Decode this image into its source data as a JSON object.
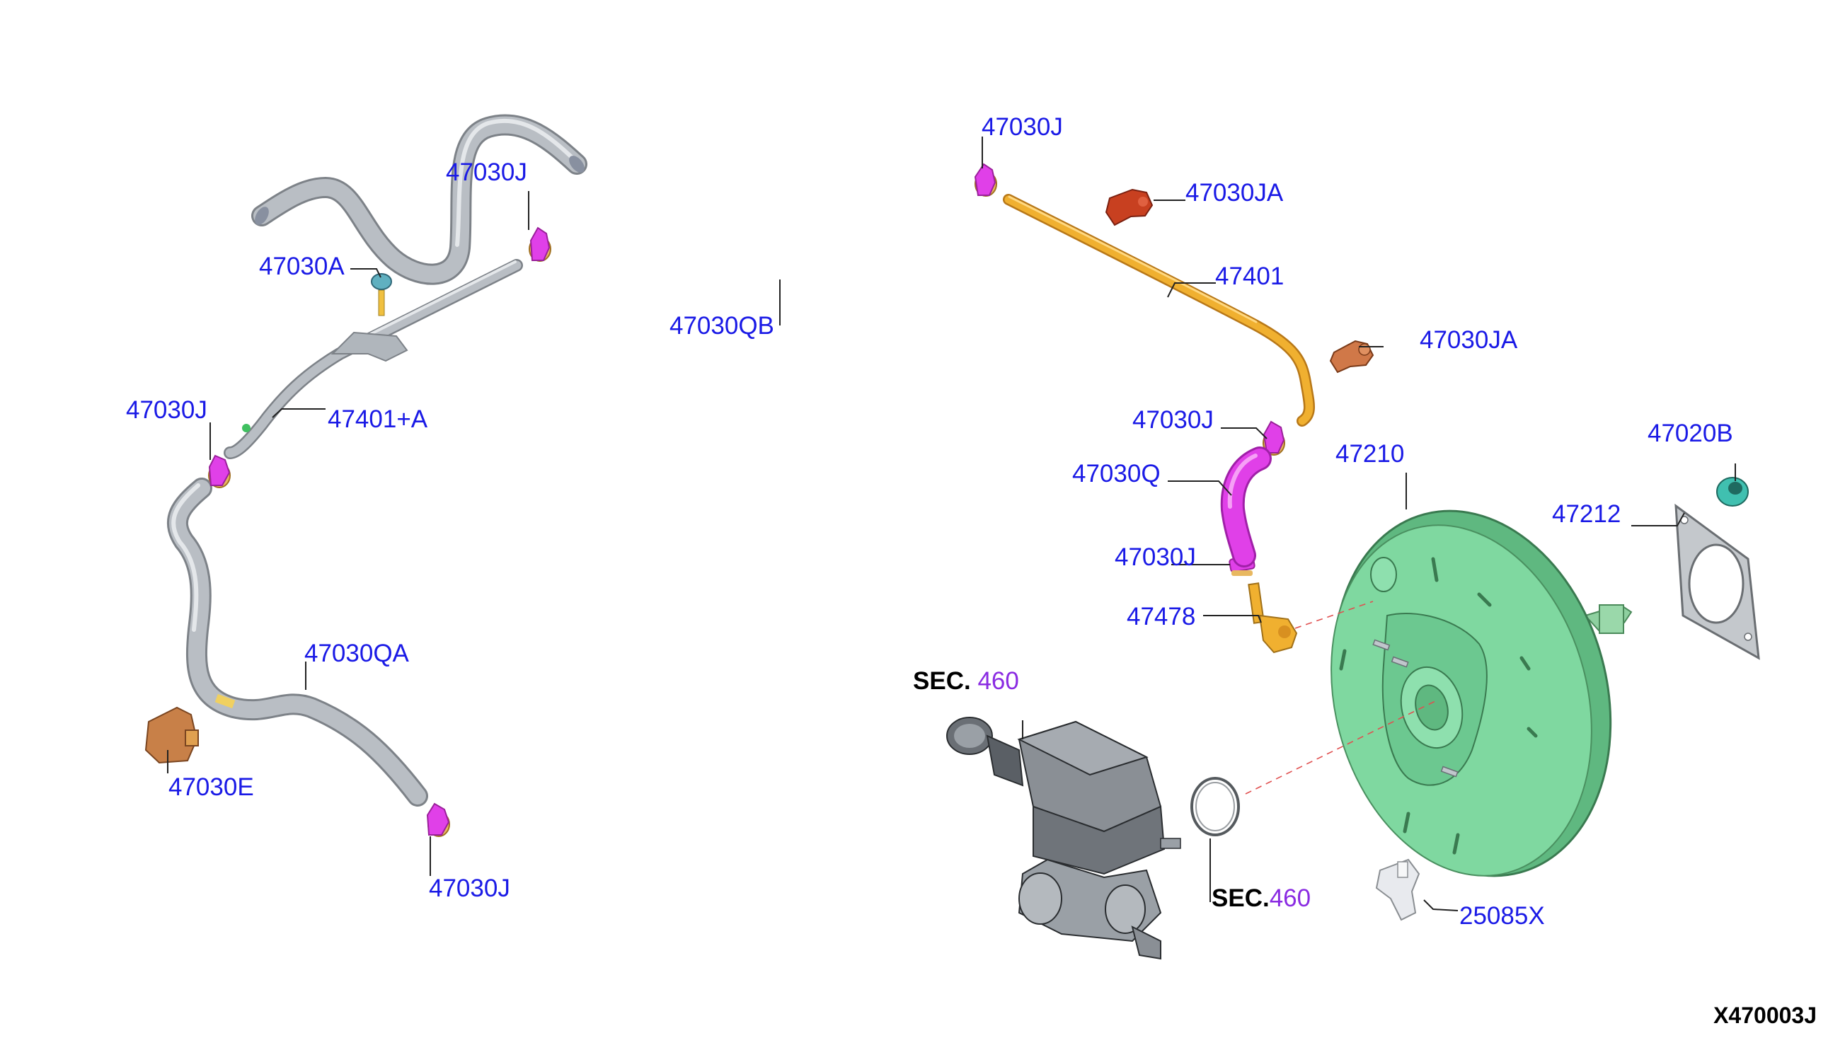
{
  "diagram_code": "X470003J",
  "colors": {
    "callout_text": "#1a1ae6",
    "sec_word": "#000000",
    "sec_number": "#8a2be2",
    "clamp_magenta": "#e040e8",
    "hose_orange": "#f0b030",
    "booster_green": "#7fd8a0",
    "gray_pipe": "#b9bec4",
    "connector_red": "#c84020",
    "grommet_teal": "#40c0b0"
  },
  "parts": {
    "clamp_top_left": {
      "label": "47030J",
      "icon": "hose-clamp"
    },
    "clamp_top_right": {
      "label": "47030J",
      "icon": "hose-clamp"
    },
    "clamp_left_mid": {
      "label": "47030J",
      "icon": "hose-clamp"
    },
    "clamp_bottom_left": {
      "label": "47030J",
      "icon": "hose-clamp"
    },
    "clamp_right_upper": {
      "label": "47030J",
      "icon": "hose-clamp"
    },
    "clamp_right_lower": {
      "label": "47030J",
      "icon": "hose-clamp"
    },
    "bolt": {
      "label": "47030A",
      "icon": "bolt"
    },
    "hose_qb": {
      "label": "47030QB",
      "icon": "vacuum-hose"
    },
    "hose_qa": {
      "label": "47030QA",
      "icon": "vacuum-hose"
    },
    "hose_q": {
      "label": "47030Q",
      "icon": "vacuum-hose"
    },
    "tube_assy": {
      "label": "47401+A",
      "icon": "vacuum-tube"
    },
    "tube": {
      "label": "47401",
      "icon": "vacuum-tube"
    },
    "connector_1": {
      "label": "47030JA",
      "icon": "connector"
    },
    "connector_2": {
      "label": "47030JA",
      "icon": "connector"
    },
    "check_valve": {
      "label": "47478",
      "icon": "check-valve"
    },
    "booster": {
      "label": "47210",
      "icon": "brake-booster"
    },
    "gasket": {
      "label": "47212",
      "icon": "gasket"
    },
    "grommet": {
      "label": "47020B",
      "icon": "grommet"
    },
    "valve_e": {
      "label": "47030E",
      "icon": "valve"
    },
    "sensor": {
      "label": "25085X",
      "icon": "pressure-sensor"
    }
  },
  "sec_refs": {
    "master_cylinder": {
      "prefix": "SEC.",
      "number": "460"
    },
    "o_ring": {
      "prefix": "SEC.",
      "number": "460"
    }
  }
}
